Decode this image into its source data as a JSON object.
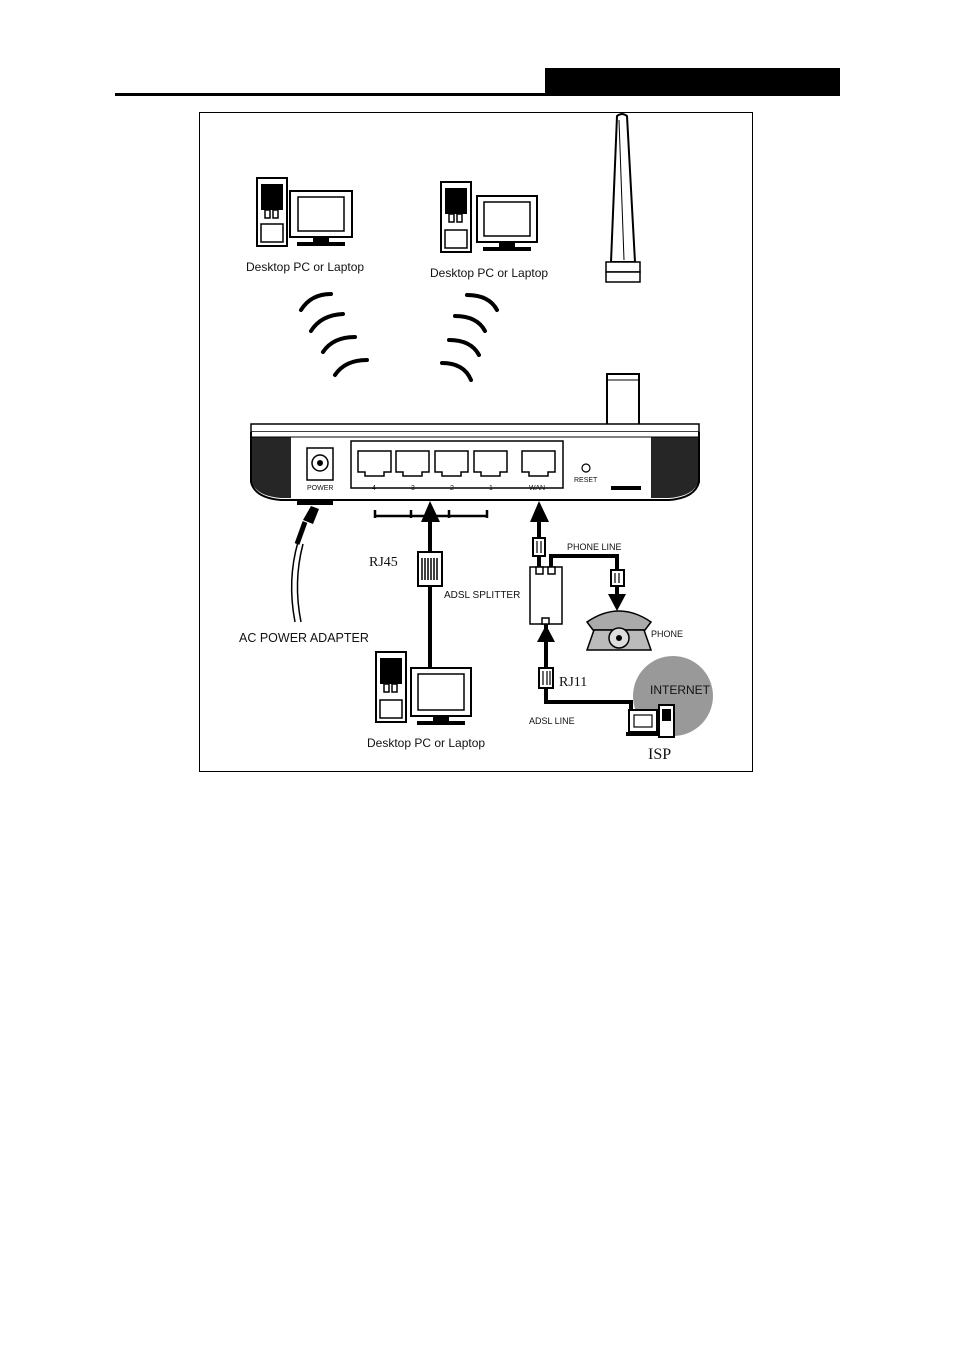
{
  "labels": {
    "pc_top_left": "Desktop PC or Laptop",
    "pc_top_right": "Desktop PC or Laptop",
    "pc_bottom": "Desktop PC or Laptop",
    "power": "POWER",
    "port_4": "4",
    "port_3": "3",
    "port_2": "2",
    "port_1": "1",
    "wan": "WAN",
    "reset": "RESET",
    "rj45": "RJ45",
    "phone_line": "PHONE LINE",
    "adsl_splitter": "ADSL SPLITTER",
    "phone": "PHONE",
    "ac_power_adapter": "AC POWER ADAPTER",
    "rj11": "RJ11",
    "internet": "INTERNET",
    "adsl_line": "ADSL LINE",
    "isp": "ISP"
  },
  "icons": [
    "desktop-pc-icon",
    "wifi-signal-icon",
    "router-icon",
    "antenna-icon",
    "telephone-icon",
    "adsl-splitter-icon",
    "rj45-plug-icon",
    "rj11-plug-icon",
    "power-plug-icon",
    "isp-server-icon"
  ]
}
